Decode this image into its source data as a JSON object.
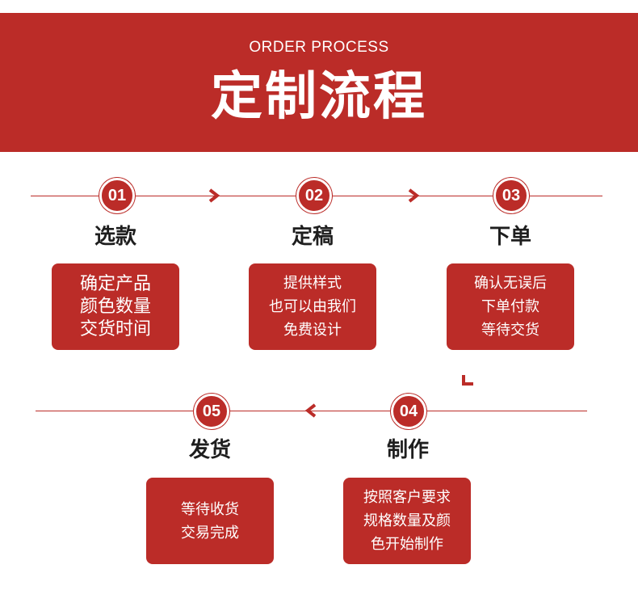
{
  "header": {
    "subtitle": "ORDER PROCESS",
    "title": "定制流程"
  },
  "colors": {
    "accent": "#bb2c28",
    "text": "#1e1e1e",
    "background": "#ffffff"
  },
  "steps": [
    {
      "number": "01",
      "title": "选款",
      "lines": [
        "确定产品",
        "颜色数量",
        "交货时间"
      ]
    },
    {
      "number": "02",
      "title": "定稿",
      "lines": [
        "提供样式",
        "也可以由我们",
        "免费设计"
      ]
    },
    {
      "number": "03",
      "title": "下单",
      "lines": [
        "确认无误后",
        "下单付款",
        "等待交货"
      ]
    },
    {
      "number": "04",
      "title": "制作",
      "lines": [
        "按照客户要求",
        "规格数量及颜",
        "色开始制作"
      ]
    },
    {
      "number": "05",
      "title": "发货",
      "lines": [
        "等待收货",
        "交易完成"
      ]
    }
  ],
  "icons": [
    "chevron-right-icon",
    "chevron-right-icon",
    "corner-arrow-icon",
    "chevron-left-icon"
  ]
}
